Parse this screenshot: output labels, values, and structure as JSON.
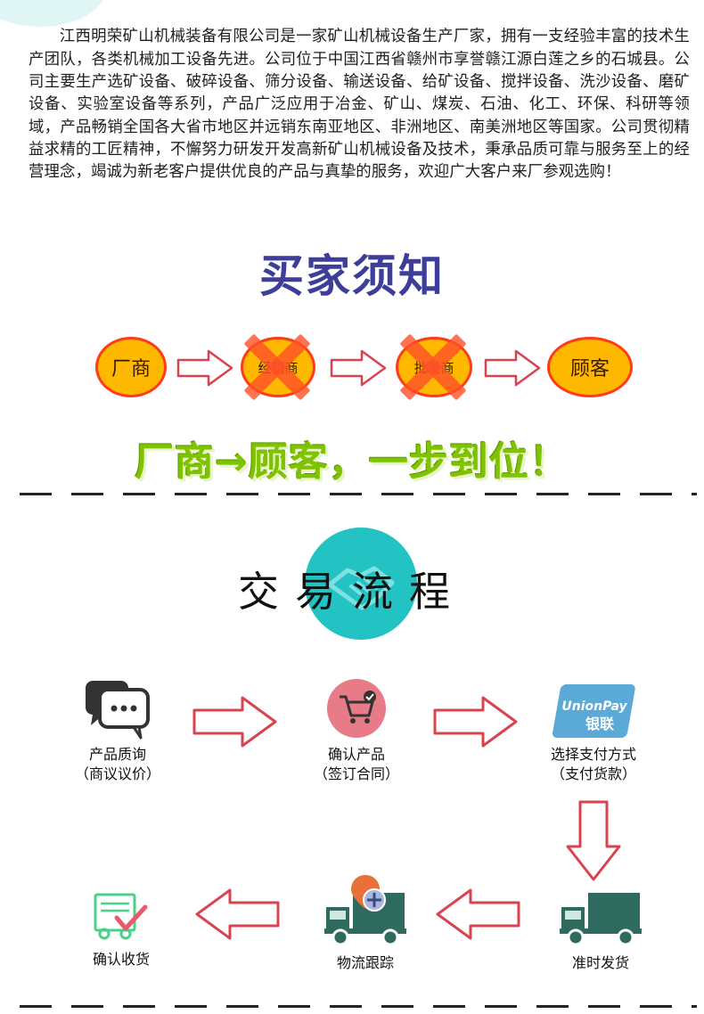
{
  "intro_text": "江西明荣矿山机械装备有限公司是一家矿山机械设备生产厂家，拥有一支经验丰富的技术生产团队，各类机械加工设备先进。公司位于中国江西省赣州市享誉赣江源白莲之乡的石城县。公司主要生产选矿设备、破碎设备、筛分设备、输送设备、给矿设备、搅拌设备、洗沙设备、磨矿设备、实验室设备等系列，产品广泛应用于冶金、矿山、煤炭、石油、化工、环保、科研等领域，产品畅销全国各大省市地区并远销东南亚地区、非洲地区、南美洲地区等国家。公司贯彻精益求精的工匠精神，不懈努力研发开发高新矿山机械设备及技术，秉承品质可靠与服务至上的经营理念，竭诚为新老客户提供优良的产品与真挚的服务，欢迎广大客户来厂参观选购！",
  "buyer_notice": {
    "title": "买家须知",
    "chain": [
      "厂商",
      "经销商",
      "批发商",
      "顾客"
    ],
    "slogan": "厂商→顾客，一步到位！"
  },
  "trade_process": {
    "title": "交易流程",
    "steps": [
      {
        "label": "产品质询",
        "sub": "（商议议价）",
        "icon": "chat-bubbles-icon"
      },
      {
        "label": "确认产品",
        "sub": "（签订合同）",
        "icon": "shopping-cart-icon"
      },
      {
        "label": "选择支付方式",
        "sub": "（支付货款）",
        "icon": "unionpay-icon",
        "brand_en": "UnionPay",
        "brand_cn": "银联"
      },
      {
        "label": "准时发货",
        "icon": "delivery-truck-icon"
      },
      {
        "label": "物流跟踪",
        "icon": "tracking-truck-icon"
      },
      {
        "label": "确认收货",
        "icon": "received-truck-check-icon"
      }
    ]
  },
  "colors": {
    "title_purple": "#3d3d9a",
    "oval_fill": "#ffb800",
    "oval_border": "#ff3b1a",
    "arrow_red": "#d9434f",
    "slogan_green": "#7fc200",
    "teal": "#23c3c3",
    "truck_green": "#2e6b5e"
  }
}
